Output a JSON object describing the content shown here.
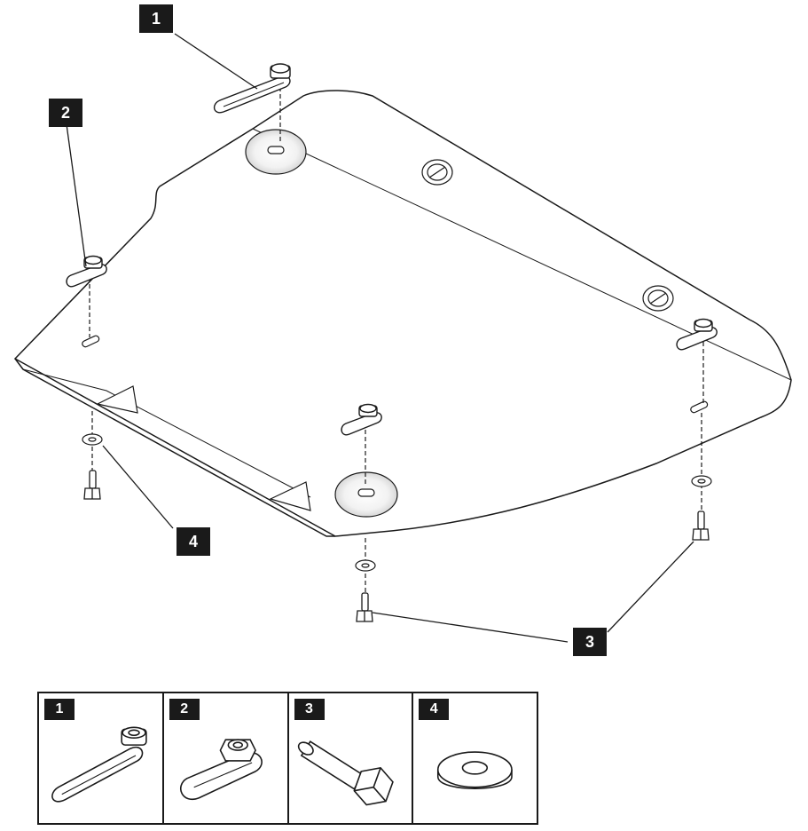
{
  "callouts": [
    {
      "number": "1"
    },
    {
      "number": "2"
    },
    {
      "number": "3"
    },
    {
      "number": "4"
    }
  ],
  "legend": [
    {
      "number": "1",
      "icon": "long-nut-plate-icon"
    },
    {
      "number": "2",
      "icon": "clip-nut-icon"
    },
    {
      "number": "3",
      "icon": "hex-bolt-icon"
    },
    {
      "number": "4",
      "icon": "washer-icon"
    }
  ],
  "colors": {
    "ink": "#1a1a1a",
    "paper": "#ffffff",
    "shadow": "#cfcfcf"
  }
}
